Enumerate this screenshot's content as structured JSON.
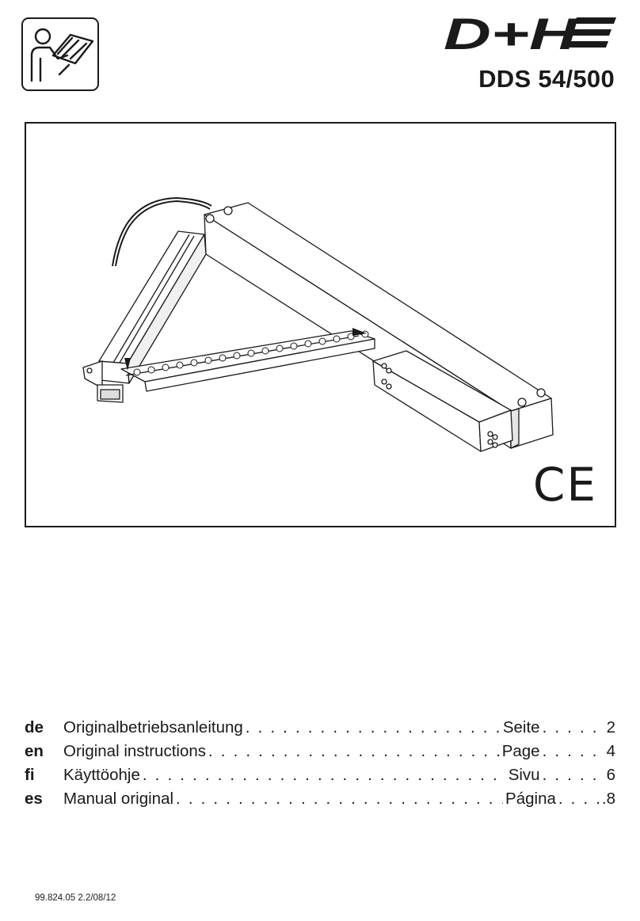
{
  "brand": {
    "logo_text": "D+H"
  },
  "model": "DDS 54/500",
  "ce_mark": "CE",
  "toc": [
    {
      "lang": "de",
      "title": "Originalbetriebsanleitung",
      "page_label": "Seite",
      "page": "2"
    },
    {
      "lang": "en",
      "title": "Original instructions",
      "page_label": "Page",
      "page": "4"
    },
    {
      "lang": "fi",
      "title": "Käyttöohje",
      "page_label": "Sivu",
      "page": "6"
    },
    {
      "lang": "es",
      "title": "Manual original",
      "page_label": "Página",
      "page": ".8"
    }
  ],
  "doc_number": "99.824.05 2.2/08/12",
  "icons": [
    "read-manual-icon",
    "product-illustration"
  ]
}
